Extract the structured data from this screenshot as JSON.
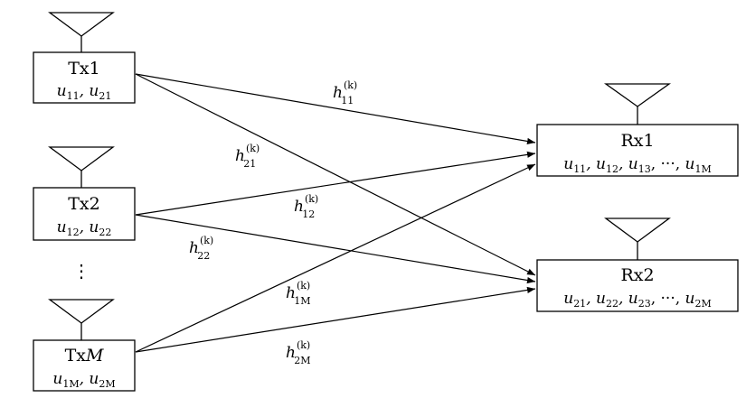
{
  "transmitters": [
    {
      "name": "Tx1",
      "vars": "u11, u21"
    },
    {
      "name": "Tx2",
      "vars": "u12, u22"
    },
    {
      "name": "TxM",
      "vars": "u1M, u2M"
    }
  ],
  "receivers": [
    {
      "name": "Rx1",
      "vars": "u11, u12, u13, ···, u1M"
    },
    {
      "name": "Rx2",
      "vars": "u21, u22, u23, ···, u2M"
    }
  ],
  "ellipsis": "⋮",
  "channels": [
    {
      "label": "h11(k)"
    },
    {
      "label": "h21(k)"
    },
    {
      "label": "h12(k)"
    },
    {
      "label": "h22(k)"
    },
    {
      "label": "h1M(k)"
    },
    {
      "label": "h2M(k)"
    }
  ]
}
